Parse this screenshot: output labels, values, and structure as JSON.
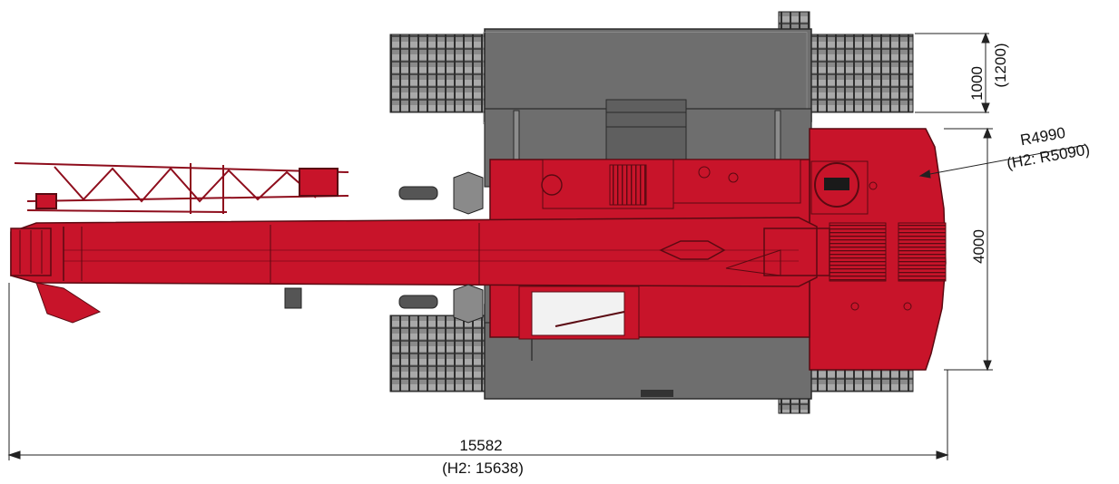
{
  "dimensions": {
    "track_width": {
      "value": "1000",
      "alt": "(1200)"
    },
    "track_gauge": {
      "value": "4000"
    },
    "tail_radius": {
      "value": "R4990",
      "alt": "(H2: R5090)"
    },
    "overall_length": {
      "value": "15582",
      "alt": "(H2: 15638)"
    }
  },
  "colors": {
    "crane_red": "#c8142a",
    "crane_red_dark": "#8e0d1c",
    "track_grey": "#7d7d7d",
    "track_dark": "#3c3c3c",
    "body_grey": "#6e6e6e",
    "dimension_line": "#222222"
  }
}
